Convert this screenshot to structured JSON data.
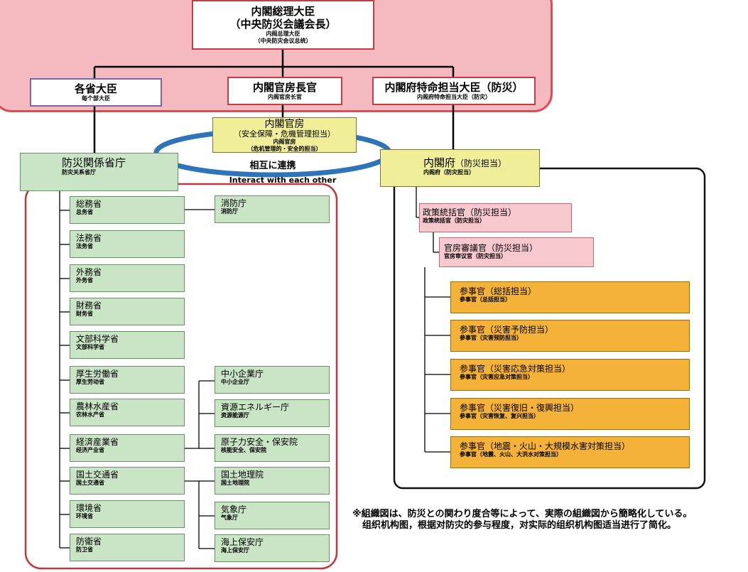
{
  "pm": {
    "title": "内閣総理大臣",
    "subtitle": "（中央防災会議会長）",
    "cn1": "内阁总理大臣",
    "cn2": "（中央防灾会议总统）"
  },
  "ministers": {
    "title": "各省大臣",
    "cn": "每个部大臣"
  },
  "chief_cabinet_secretary": {
    "title": "内閣官房長官",
    "cn": "内阁官房长官"
  },
  "special_minister": {
    "title": "内閣府特命担当大臣（防災）",
    "cn": "内阁府特命担当大臣（防灾）"
  },
  "cabinet_secretariat": {
    "title": "内閣官房",
    "subtitle": "（安全保障・危機管理担当）",
    "cn1": "内阁官房",
    "cn2": "（危机管理的・安全的担当）"
  },
  "cooperation": {
    "jp": "相互に連携",
    "en": "Interact with each other"
  },
  "disaster_ministries": {
    "title": "防災関係省庁",
    "cn": "防灾关系省厅"
  },
  "cabinet_office": {
    "title": "内閣府",
    "title_suffix": "（防災担当）",
    "cn": "内阁府（防灾担当）"
  },
  "ministries": [
    {
      "jp": "総務省",
      "cn": "总务省"
    },
    {
      "jp": "法務省",
      "cn": "法务省"
    },
    {
      "jp": "外務省",
      "cn": "外务省"
    },
    {
      "jp": "財務省",
      "cn": "财务省"
    },
    {
      "jp": "文部科学省",
      "cn": "文部科学省"
    },
    {
      "jp": "厚生労働省",
      "cn": "厚生劳动省"
    },
    {
      "jp": "農林水産省",
      "cn": "农林水产省"
    },
    {
      "jp": "経済産業省",
      "cn": "经济产业省"
    },
    {
      "jp": "国土交通省",
      "cn": "国土交通省"
    },
    {
      "jp": "環境省",
      "cn": "环境省"
    },
    {
      "jp": "防衛省",
      "cn": "防卫省"
    }
  ],
  "agencies": [
    {
      "jp": "消防庁",
      "cn": "消防厅"
    },
    {
      "jp": "中小企業庁",
      "cn": "中小企业厅"
    },
    {
      "jp": "資源エネルギー庁",
      "cn": "资源能源厅"
    },
    {
      "jp": "原子力安全・保安院",
      "cn": "核能安全、保安院"
    },
    {
      "jp": "国土地理院",
      "cn": "国土地理院"
    },
    {
      "jp": "気象庁",
      "cn": "气象厅"
    },
    {
      "jp": "海上保安庁",
      "cn": "海上保安厅"
    }
  ],
  "director_general": {
    "jp": "政策統括官（防災担当）",
    "cn": "政策统括官（防灾担当）"
  },
  "deputy_director": {
    "jp": "官房審議官（防災担当）",
    "cn": "官房审议官（防灾担当）"
  },
  "councillors": [
    {
      "jp": "参事官（総括担当）",
      "cn": "参事官（总括担当）"
    },
    {
      "jp": "参事官（災害予防担当）",
      "cn": "参事官（灾害预防担当）"
    },
    {
      "jp": "参事官（災害応急対策担当）",
      "cn": "参事官（灾害应急对策担当）"
    },
    {
      "jp": "参事官（災害復旧・復興担当）",
      "cn": "参事官（灾害恢复、复兴担当）"
    },
    {
      "jp": "参事官（地震・火山・大規模水害対策担当）",
      "cn": "参事官（地震、火山、大洪水对策担当）"
    }
  ],
  "note": {
    "jp": "※組織図は、防災との関わり度合等によって、実際の組織図から簡略化している。",
    "cn": "组织机构图，根据对防灾的参与程度，对实际的组织机构图适当进行了简化。"
  },
  "colors": {
    "top_region": "#f5b9c0",
    "top_border": "#e8474f",
    "green": "#c9e5c5",
    "yellow": "#f1ee9a",
    "pink": "#f7c8cd",
    "orange": "#f4b238",
    "ring": "#2f74b8"
  }
}
